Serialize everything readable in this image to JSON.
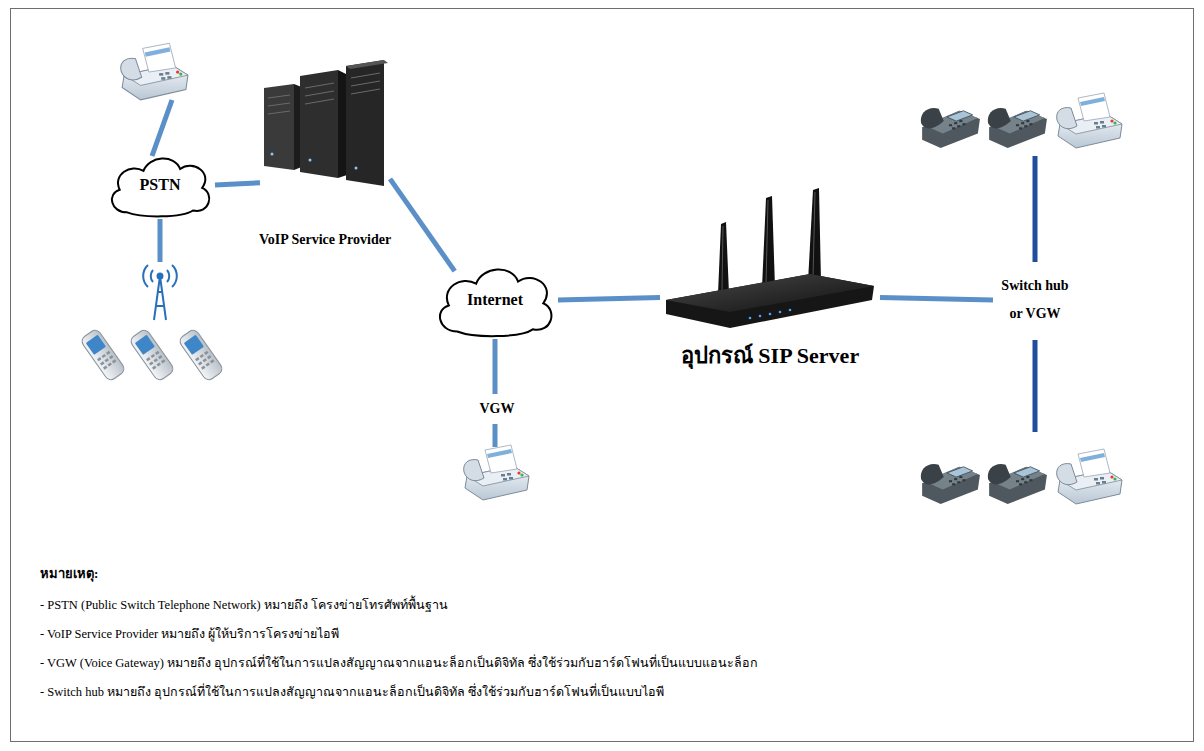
{
  "diagram": {
    "nodes": [
      {
        "text": [
          "PSTN"
        ]
      },
      {
        "text": [
          "VoIP Service Provider"
        ]
      },
      {
        "text": [
          "Internet"
        ]
      },
      {
        "text": [
          "อุปกรณ์ SIP Server"
        ]
      },
      {
        "text": [
          "Switch hub or VGW"
        ]
      }
    ],
    "edges": [
      {
        "from": 0,
        "to": 1,
        "arrow": "none"
      },
      {
        "from": 1,
        "to": 2,
        "arrow": "none"
      },
      {
        "from": 2,
        "to": 3,
        "arrow": "none"
      },
      {
        "from": 3,
        "to": 4,
        "arrow": "none"
      }
    ],
    "labels": [
      "VGW",
      "หมายเหตุ:",
      "- PSTN (Public Switch Telephone Network) หมายถึง โครงข่ายโทรศัพท์พื้นฐาน",
      "- VoIP Service Provider หมายถึง ผู้ให้บริการโครงข่ายไอพี",
      "- VGW (Voice Gateway) หมายถึง อุปกรณ์ที่ใช้ในการแปลงสัญญาณจากแอนะล็อกเป็นดิจิทัล ซึ่งใช้ร่วมกับฮาร์ดโฟนที่เป็นแบบแอนะล็อก",
      "- Switch hub หมายถึง อุปกรณ์ที่ใช้ในการแปลงสัญญาณจากแอนะล็อกเป็นดิจิทัล ซึ่งใช้ร่วมกับฮาร์ดโฟนที่เป็นแบบไอพี"
    ]
  }
}
